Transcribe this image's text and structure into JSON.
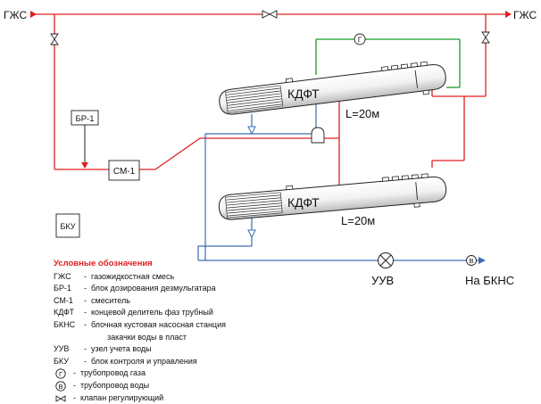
{
  "labels": {
    "gzs_left": "ГЖС",
    "gzs_right": "ГЖС",
    "br1": "БР-1",
    "sm1": "СМ-1",
    "bku": "БКУ",
    "kdft_top": "КДФТ",
    "kdft_bottom": "КДФТ",
    "length_top": "L=20м",
    "length_bottom": "L=20м",
    "uuv": "УУВ",
    "bkns": "На БКНС",
    "gas_marker": "Г",
    "water_marker_main": "В"
  },
  "colors": {
    "gas_liquid": "#e02020",
    "gas": "#1a9a2a",
    "water": "#3b6fb0",
    "equipment": "#222222"
  },
  "legend": {
    "title": "Условные обозначения",
    "items": [
      {
        "code": "ГЖС",
        "dash": "-",
        "text": "газожидкостная смесь"
      },
      {
        "code": "БР-1",
        "dash": "-",
        "text": "блок дозирования дезмульгатара"
      },
      {
        "code": "СМ-1",
        "dash": "-",
        "text": "смеситель"
      },
      {
        "code": "КДФТ",
        "dash": "-",
        "text": "концевой делитель фаз трубный"
      },
      {
        "code": "БКНС",
        "dash": "-",
        "text": "блочная кустовая насосная станция"
      },
      {
        "code": "",
        "dash": "",
        "text": "закачки воды в пласт"
      },
      {
        "code": "УУВ",
        "dash": "-",
        "text": "узел учета воды"
      },
      {
        "code": "БКУ",
        "dash": "-",
        "text": "блок контроля и управления"
      }
    ],
    "symbols": [
      {
        "icon": "gas-pipe-symbol-icon",
        "letter": "Г",
        "dash": "-",
        "text": "трубопровод газа"
      },
      {
        "icon": "water-pipe-symbol-icon",
        "letter": "В",
        "dash": "-",
        "text": "трубопровод воды"
      },
      {
        "icon": "valve-symbol-icon",
        "letter": "",
        "dash": "-",
        "text": "клапан регулирующий"
      }
    ]
  }
}
